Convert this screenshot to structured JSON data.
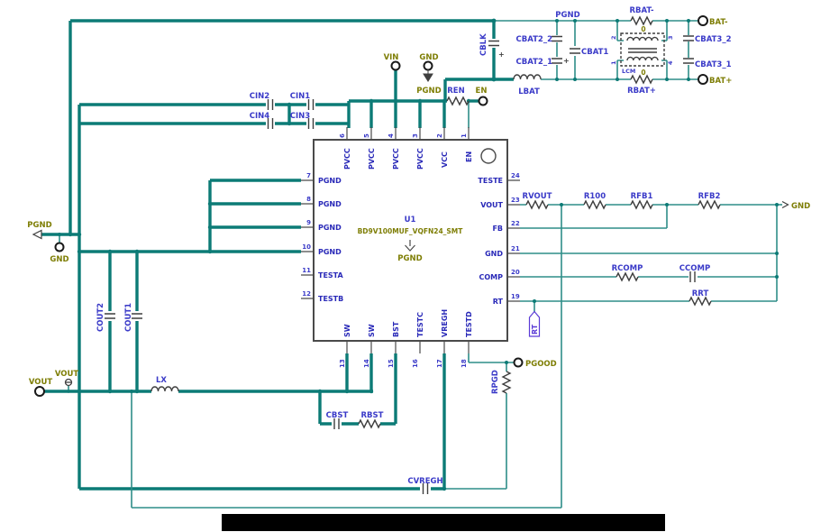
{
  "ic": {
    "refdes": "U1",
    "value": "BD9V100MUF_VQFN24_SMT",
    "pad_net": "PGND",
    "pins_top": [
      {
        "num": "6",
        "name": "PVCC"
      },
      {
        "num": "5",
        "name": "PVCC"
      },
      {
        "num": "4",
        "name": "PVCC"
      },
      {
        "num": "3",
        "name": "PVCC"
      },
      {
        "num": "2",
        "name": "VCC"
      },
      {
        "num": "1",
        "name": "EN"
      }
    ],
    "pins_left": [
      {
        "num": "7",
        "name": "PGND"
      },
      {
        "num": "8",
        "name": "PGND"
      },
      {
        "num": "9",
        "name": "PGND"
      },
      {
        "num": "10",
        "name": "PGND"
      },
      {
        "num": "11",
        "name": "TESTA"
      },
      {
        "num": "12",
        "name": "TESTB"
      }
    ],
    "pins_right": [
      {
        "num": "24",
        "name": "TESTE"
      },
      {
        "num": "23",
        "name": "VOUT"
      },
      {
        "num": "22",
        "name": "FB"
      },
      {
        "num": "21",
        "name": "GND"
      },
      {
        "num": "20",
        "name": "COMP"
      },
      {
        "num": "19",
        "name": "RT"
      }
    ],
    "pins_bottom": [
      {
        "num": "13",
        "name": "SW"
      },
      {
        "num": "14",
        "name": "SW"
      },
      {
        "num": "15",
        "name": "BST"
      },
      {
        "num": "16",
        "name": "TESTC"
      },
      {
        "num": "17",
        "name": "VREGH"
      },
      {
        "num": "18",
        "name": "TESTD"
      }
    ]
  },
  "components": {
    "cin2": "CIN2",
    "cin1": "CIN1",
    "cin4": "CIN4",
    "cin3": "CIN3",
    "ren": "REN",
    "cblk": "CBLK",
    "lbat": "LBAT",
    "cbat2_2": "CBAT2_2",
    "cbat2_1": "CBAT2_1",
    "cbat1": "CBAT1",
    "rbat_m": "RBAT-",
    "rbat_m_val": "0",
    "rbat_p": "RBAT+",
    "rbat_p_val": "0",
    "lcm": "LCM",
    "lcm_p2": "2",
    "lcm_p1": "1",
    "lcm_p3": "3",
    "lcm_p4": "4",
    "cbat3_2": "CBAT3_2",
    "cbat3_1": "CBAT3_1",
    "rvout": "RVOUT",
    "r100": "R100",
    "rfb1": "RFB1",
    "rfb2": "RFB2",
    "rcomp": "RCOMP",
    "ccomp": "CCOMP",
    "rrt": "RRT",
    "rpgd": "RPGD",
    "cout2": "COUT2",
    "cout1": "COUT1",
    "lx": "LX",
    "cbst": "CBST",
    "rbst": "RBST",
    "cvregh": "CVREGH",
    "plus": "+"
  },
  "ports": {
    "vin": "VIN",
    "gnd_top": "GND",
    "pgnd_top": "PGND",
    "en": "EN",
    "bat_m": "BAT-",
    "bat_p": "BAT+",
    "pgnd_left": "PGND",
    "gnd_left": "GND",
    "vout_port": "VOUT",
    "vout_tp": "VOUT",
    "pgood": "PGOOD",
    "gnd_right": "GND"
  },
  "nets": {
    "pgnd_bat": "PGND",
    "rt_flag": "RT"
  }
}
